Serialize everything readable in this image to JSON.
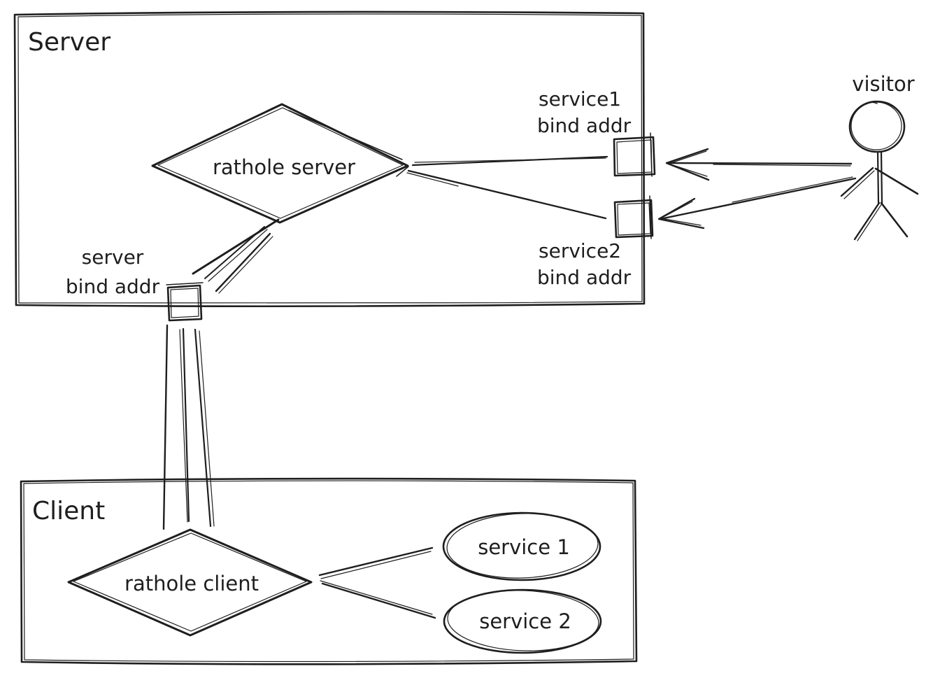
{
  "canvas": {
    "background": "#ffffff",
    "stroke_color": "#1e1e1e"
  },
  "server_group": {
    "label": "Server",
    "rathole_server_label": "rathole server",
    "service1_bind": {
      "line1": "service1",
      "line2": "bind addr"
    },
    "service2_bind": {
      "line1": "service2",
      "line2": "bind addr"
    },
    "server_bind": {
      "line1": "server",
      "line2": "bind addr"
    }
  },
  "client_group": {
    "label": "Client",
    "rathole_client_label": "rathole client",
    "service1_label": "service 1",
    "service2_label": "service 2"
  },
  "visitor": {
    "label": "visitor"
  }
}
